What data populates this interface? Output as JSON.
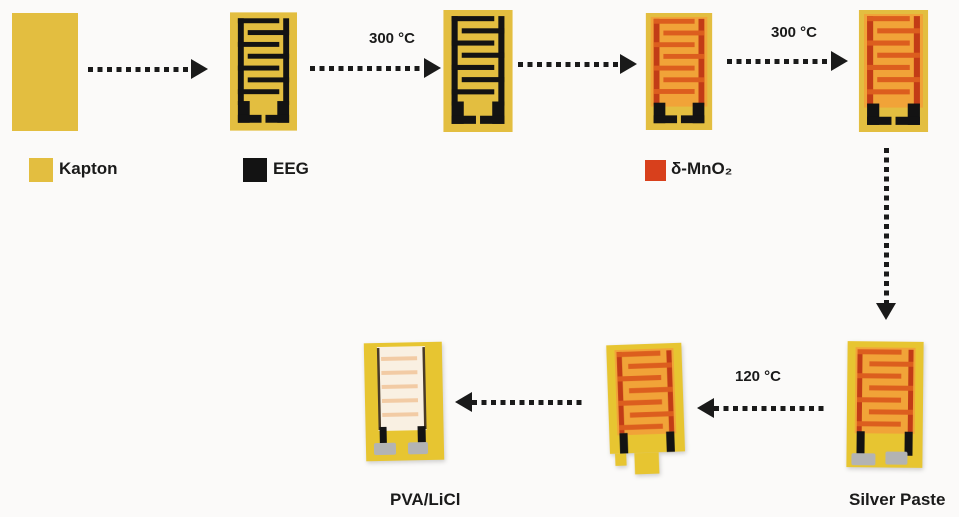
{
  "legend": {
    "items": [
      {
        "name": "kapton",
        "label": "Kapton"
      },
      {
        "name": "eeg",
        "label": "EEG"
      },
      {
        "name": "mno2",
        "label": "δ-MnO₂"
      }
    ]
  },
  "annotations": {
    "anneal1": "300 °C",
    "anneal2": "300 °C",
    "dry": "120 °C"
  },
  "captions": {
    "pva": "PVA/LiCl",
    "silver": "Silver Paste"
  },
  "colors": {
    "background": "#FBFAF9",
    "text": "#1A1A1A",
    "arrow": "#1A1A1A",
    "kapton": "#E3BE40",
    "kaptonphoto": "#E7C531",
    "eeg": "#131313",
    "mno2rail": "#C23C16",
    "mno2finger": "#DC5E1E",
    "mno2bg": "#F1A338",
    "gel": "#F9F0E2",
    "gelline": "#F2CBA4",
    "silver": "#B3B3B3"
  }
}
